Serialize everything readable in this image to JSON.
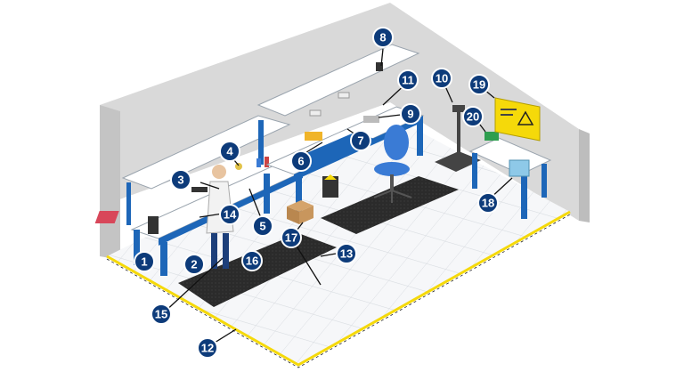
{
  "diagram": {
    "callouts": [
      {
        "id": "c1",
        "label": "1"
      },
      {
        "id": "c2",
        "label": "2"
      },
      {
        "id": "c3",
        "label": "3"
      },
      {
        "id": "c4",
        "label": "4"
      },
      {
        "id": "c5",
        "label": "5"
      },
      {
        "id": "c6",
        "label": "6"
      },
      {
        "id": "c7",
        "label": "7"
      },
      {
        "id": "c8",
        "label": "8"
      },
      {
        "id": "c9",
        "label": "9"
      },
      {
        "id": "c10",
        "label": "10"
      },
      {
        "id": "c11",
        "label": "11"
      },
      {
        "id": "c12",
        "label": "12"
      },
      {
        "id": "c13",
        "label": "13"
      },
      {
        "id": "c14",
        "label": "14"
      },
      {
        "id": "c15",
        "label": "15"
      },
      {
        "id": "c16",
        "label": "16"
      },
      {
        "id": "c17",
        "label": "17"
      },
      {
        "id": "c18",
        "label": "18"
      },
      {
        "id": "c19",
        "label": "19"
      },
      {
        "id": "c20",
        "label": "20"
      }
    ],
    "colors": {
      "callout_fill": "#0d3b7a",
      "bench_blue": "#1d66b8",
      "mat_dark": "#2b2b2b",
      "wall_grey": "#cfcfcf",
      "floor_white": "#f4f6f8",
      "warning_yellow": "#f5d90a"
    },
    "icons": [
      "esd-warning-sign-icon",
      "person-icon",
      "chair-icon",
      "scale-icon"
    ]
  }
}
